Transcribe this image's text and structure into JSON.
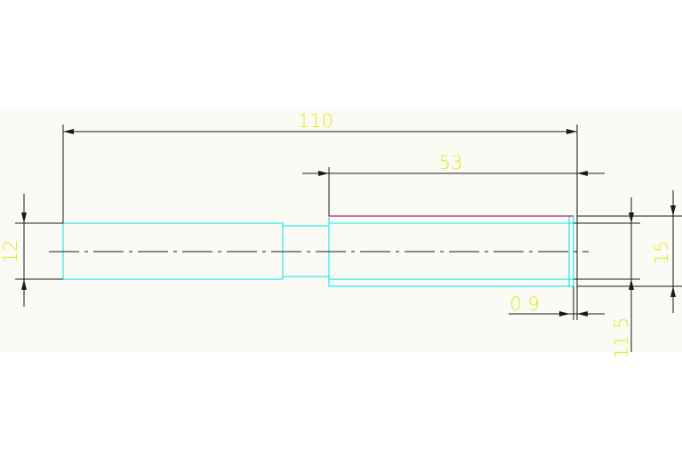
{
  "colors": {
    "sheet_band": "#fbfbf5",
    "background": "#ffffff",
    "outline": "#00e5e5",
    "dimension_line": "#1a1a1a",
    "dimension_text": "#e6e619",
    "accent_edge": "#b0206b"
  },
  "dimensions": {
    "overall_length": "110",
    "shoulder_length": "53",
    "small_diameter": "12",
    "large_diameter": "15",
    "chamfer": "0.9",
    "half_diameter": "11.5"
  }
}
